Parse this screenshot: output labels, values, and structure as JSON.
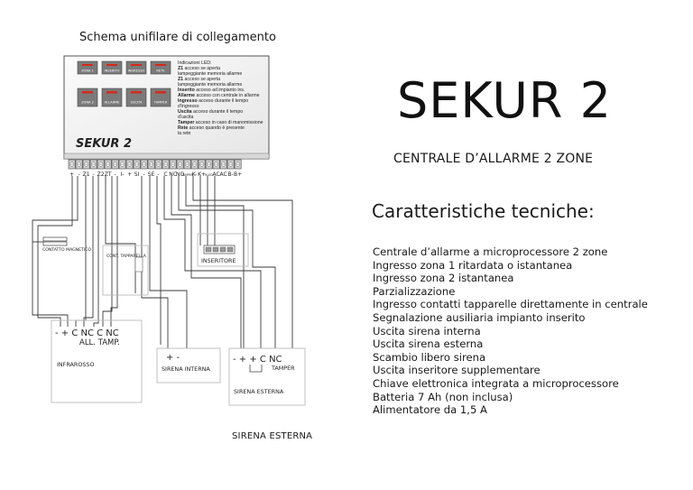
{
  "schema_title": "Schema unifilare di collegamento",
  "product_name": "SEKUR 2",
  "subtitle": "CENTRALE D’ALLARME 2 ZONE",
  "specs_heading": "Caratteristiche tecniche:",
  "specs": [
    "Centrale d’allarme a microprocessore 2 zone",
    "Ingresso zona 1 ritardata o istantanea",
    "Ingresso zona 2 istantanea",
    "Parzializzazione",
    "Ingresso contatti tapparelle direttamente in centrale",
    "Segnalazione ausiliaria impianto inserito",
    "Uscita sirena interna",
    "Uscita sirena esterna",
    "Scambio libero sirena",
    "Uscita inseritore supplementare",
    "Chiave elettronica integrata a microprocessore",
    "Batteria 7 Ah (non inclusa)",
    "Alimentatore da 1,5 A"
  ],
  "panel": {
    "brand": "SEKUR 2",
    "led_top": [
      "ZONA 1",
      "INSERITO",
      "INGRESSO",
      "RETE"
    ],
    "led_bottom": [
      "ZONA 2",
      "ALLARME",
      "USCITA",
      "TAMPER"
    ],
    "legend": [
      {
        "bold": "",
        "text": "Indicazioni LED:"
      },
      {
        "bold": "Z1",
        "text": " acceso se aperta"
      },
      {
        "bold": "",
        "text": "lampeggiante memoria allarme"
      },
      {
        "bold": "Z1",
        "text": " acceso se aperta"
      },
      {
        "bold": "",
        "text": "lampeggiante memoria allarme"
      },
      {
        "bold": "Inserito",
        "text": " acceso ad impianto ins."
      },
      {
        "bold": "Allarme",
        "text": " acceso con centrale in allarme"
      },
      {
        "bold": "Ingresso",
        "text": " acceso durante il tempo"
      },
      {
        "bold": "",
        "text": "d'ingresso"
      },
      {
        "bold": "Uscita",
        "text": " acceso durante il tempo"
      },
      {
        "bold": "",
        "text": "d'uscita"
      },
      {
        "bold": "Tamper",
        "text": " acceso in caso di manomissione"
      },
      {
        "bold": "Rete",
        "text": " acceso quando è presente"
      },
      {
        "bold": "",
        "text": "la rete"
      }
    ],
    "terminal_labels": [
      "+",
      "-",
      "Z1",
      "-",
      "Z2",
      "ZT",
      "-",
      "I-",
      "+",
      "SI",
      "-",
      "SE",
      "-",
      "C",
      "NC",
      "NO",
      "TAMPER",
      "K-",
      "K+",
      "KLED",
      "AC",
      "AC",
      "B-",
      "B+"
    ]
  },
  "devices": {
    "contatto_magnetico": "CONTATTO MAGNETICO",
    "cont_tapparella": "CONT. TAPPARELLA",
    "inseritore": "INSERITORE",
    "infrarosso_terminals": "- + C NC C NC",
    "infrarosso_sub": "ALL.  TAMP.",
    "infrarosso": "INFRAROSSO",
    "sirena_interna_terminals": "+  -",
    "sirena_interna": "SIRENA INTERNA",
    "sirena_esterna_terminals": "- + + C NC",
    "sirena_esterna_tamper": "TAMPER",
    "sirena_esterna": "SIRENA ESTERNA"
  },
  "bottom_caption": "SIRENA ESTERNA",
  "colors": {
    "line": "#3a3a3a",
    "panel_fill": "#f2f2f2",
    "led_red": "#d42a1a",
    "led_box": "#707070"
  }
}
